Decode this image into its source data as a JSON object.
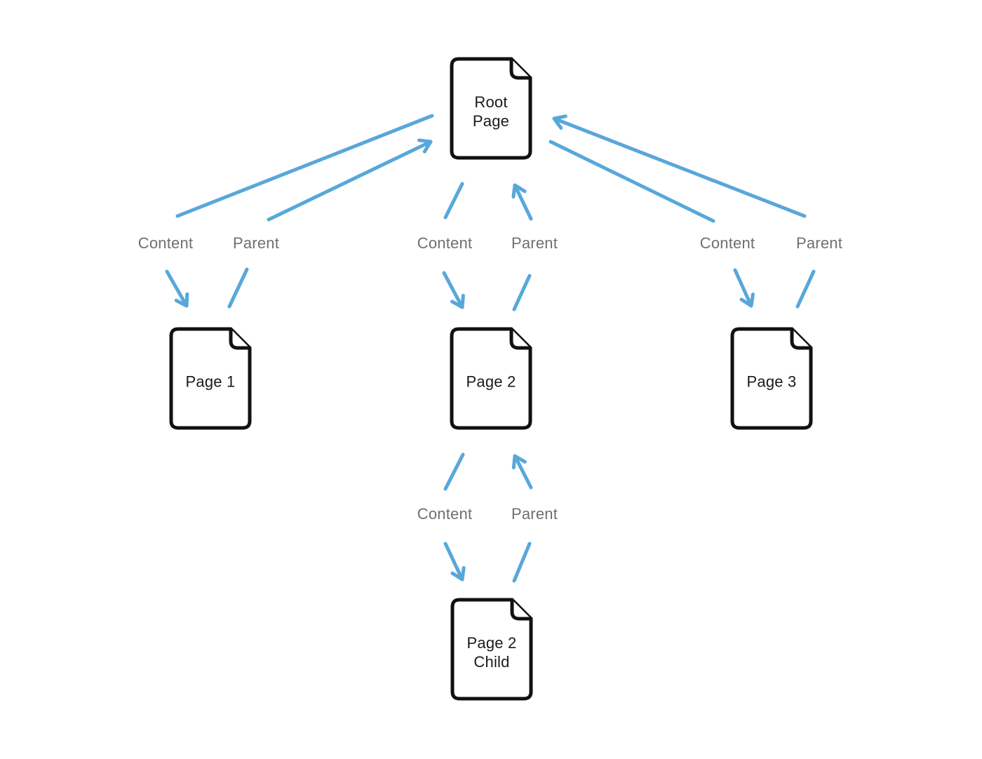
{
  "diagram": {
    "nodes": [
      {
        "id": "root",
        "label": "Root Page"
      },
      {
        "id": "page1",
        "label": "Page 1"
      },
      {
        "id": "page2",
        "label": "Page 2"
      },
      {
        "id": "page3",
        "label": "Page 3"
      },
      {
        "id": "page2-child",
        "label": "Page 2 Child"
      }
    ],
    "relationships": [
      {
        "from": "root",
        "to": "page1",
        "content_label": "Content",
        "parent_label": "Parent"
      },
      {
        "from": "root",
        "to": "page2",
        "content_label": "Content",
        "parent_label": "Parent"
      },
      {
        "from": "root",
        "to": "page3",
        "content_label": "Content",
        "parent_label": "Parent"
      },
      {
        "from": "page2",
        "to": "page2-child",
        "content_label": "Content",
        "parent_label": "Parent"
      }
    ],
    "colors": {
      "arrow": "#58A7DA",
      "label": "#6F6F6F",
      "node_stroke": "#111111",
      "node_text": "#1A1A1A",
      "background": "#FFFFFF"
    }
  }
}
